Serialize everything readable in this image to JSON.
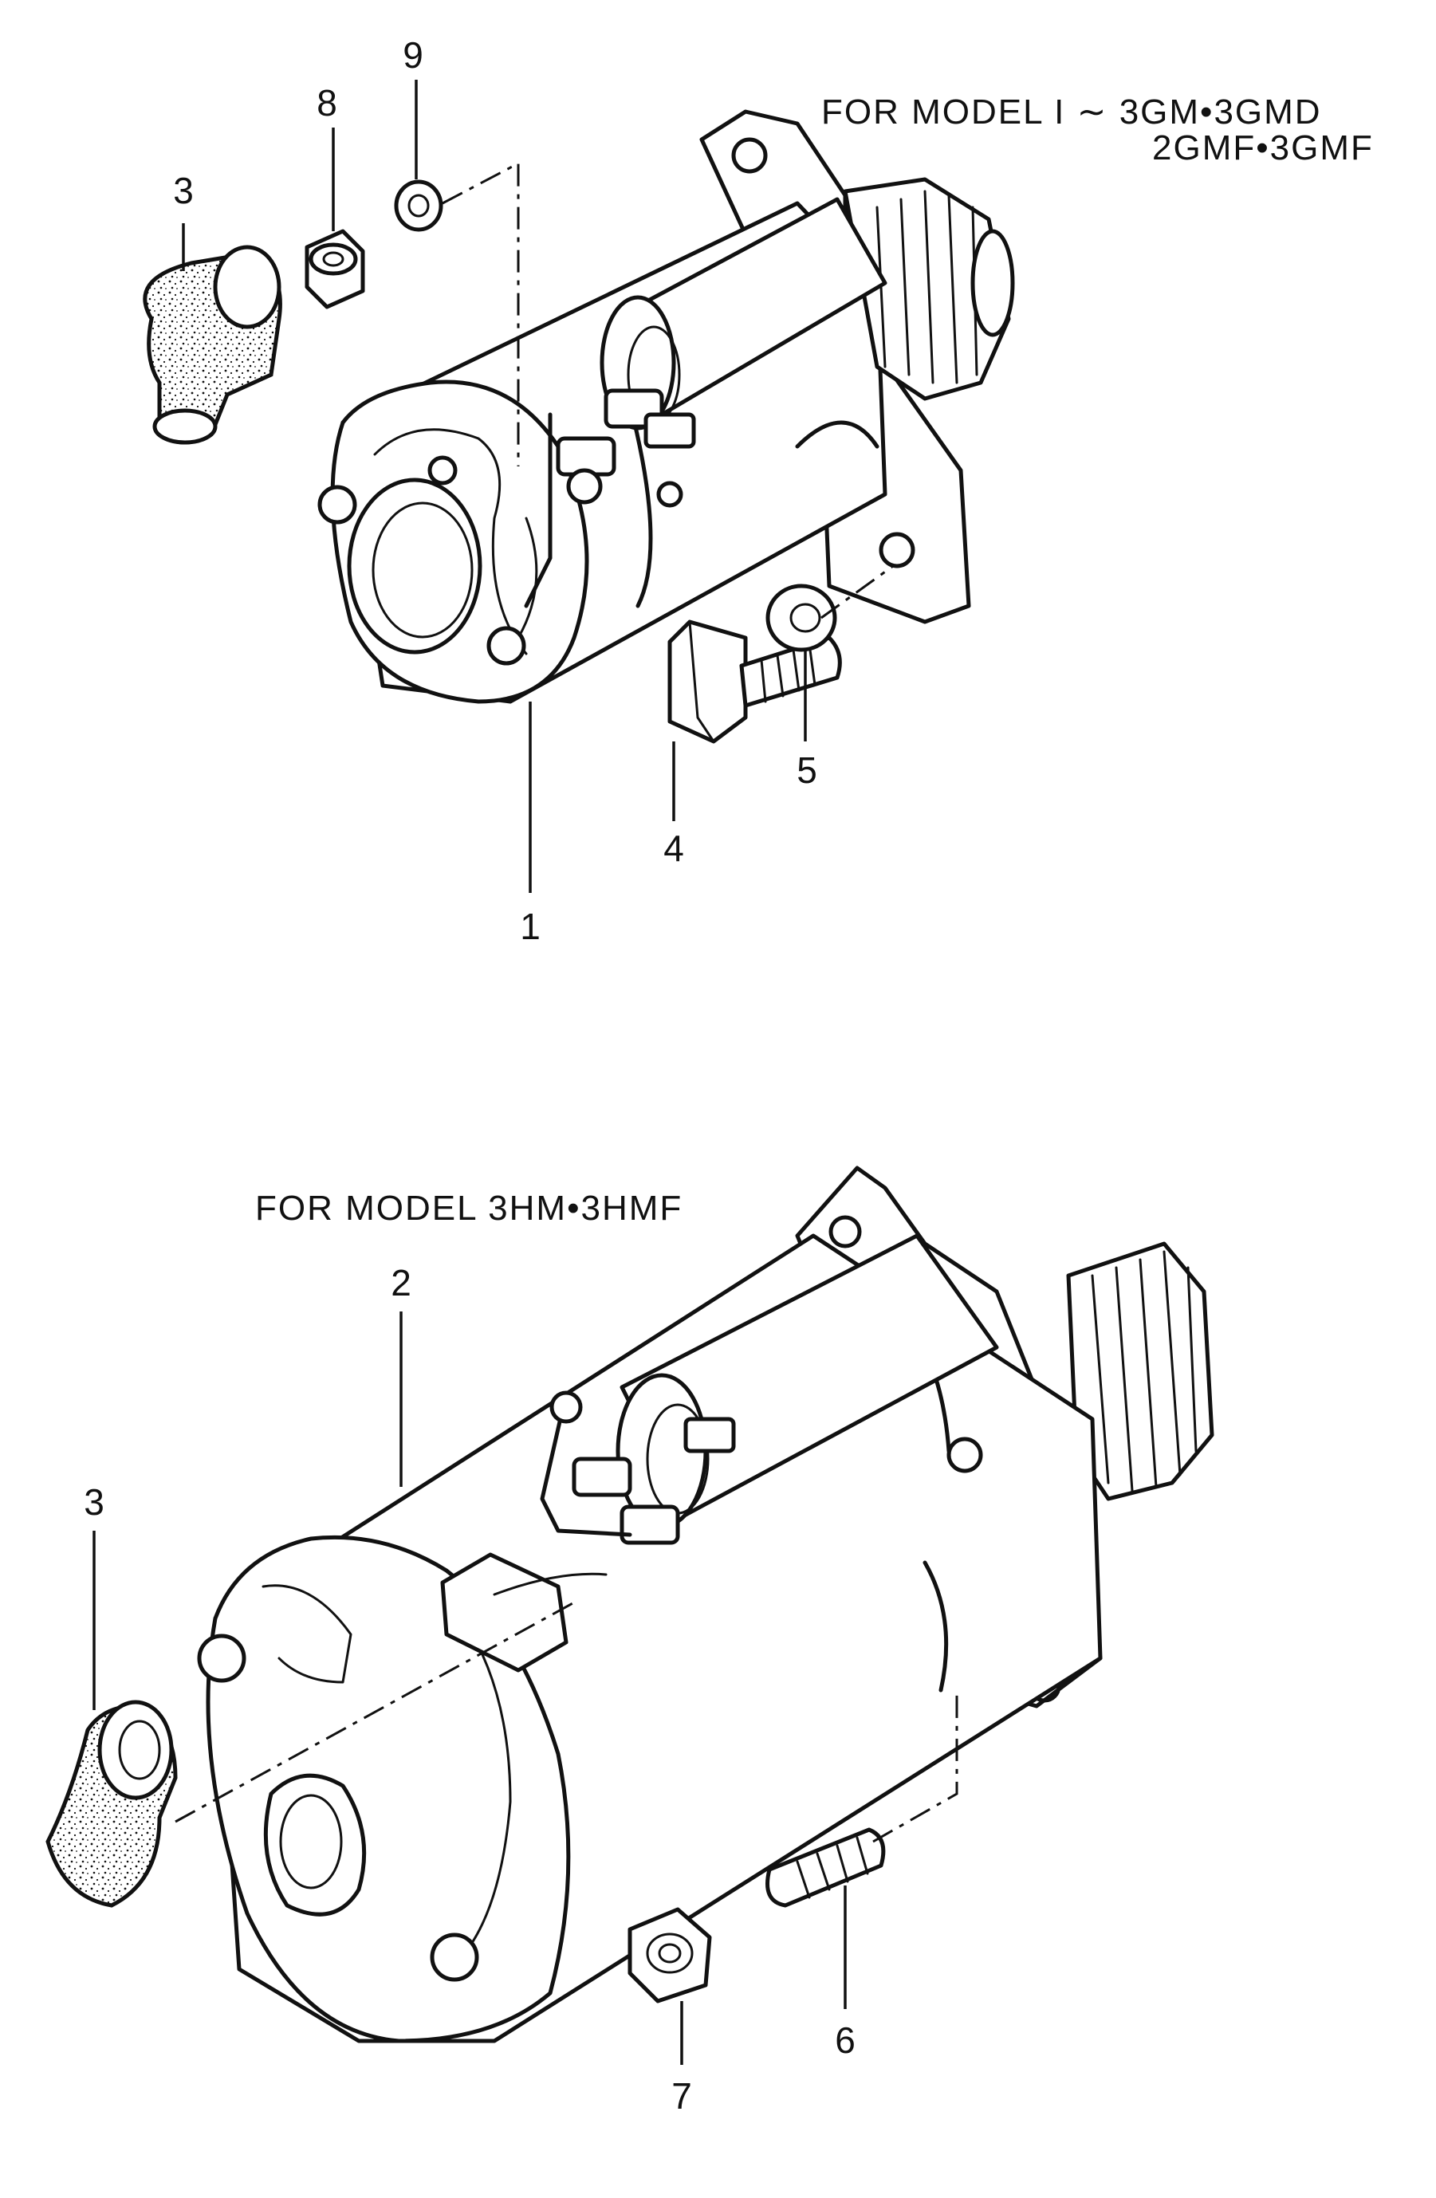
{
  "model_labels": {
    "top_line1": "FOR MODEL  I ∼ 3GM•3GMD",
    "top_line2": "2GMF•3GMF",
    "bottom": "FOR MODEL 3HM•3HMF"
  },
  "callouts": {
    "p1": "1",
    "p2": "2",
    "p3_top": "3",
    "p3_bottom": "3",
    "p4": "4",
    "p5": "5",
    "p6": "6",
    "p7": "7",
    "p8": "8",
    "p9": "9"
  },
  "colors": {
    "ink": "#111111",
    "paper": "#ffffff"
  }
}
